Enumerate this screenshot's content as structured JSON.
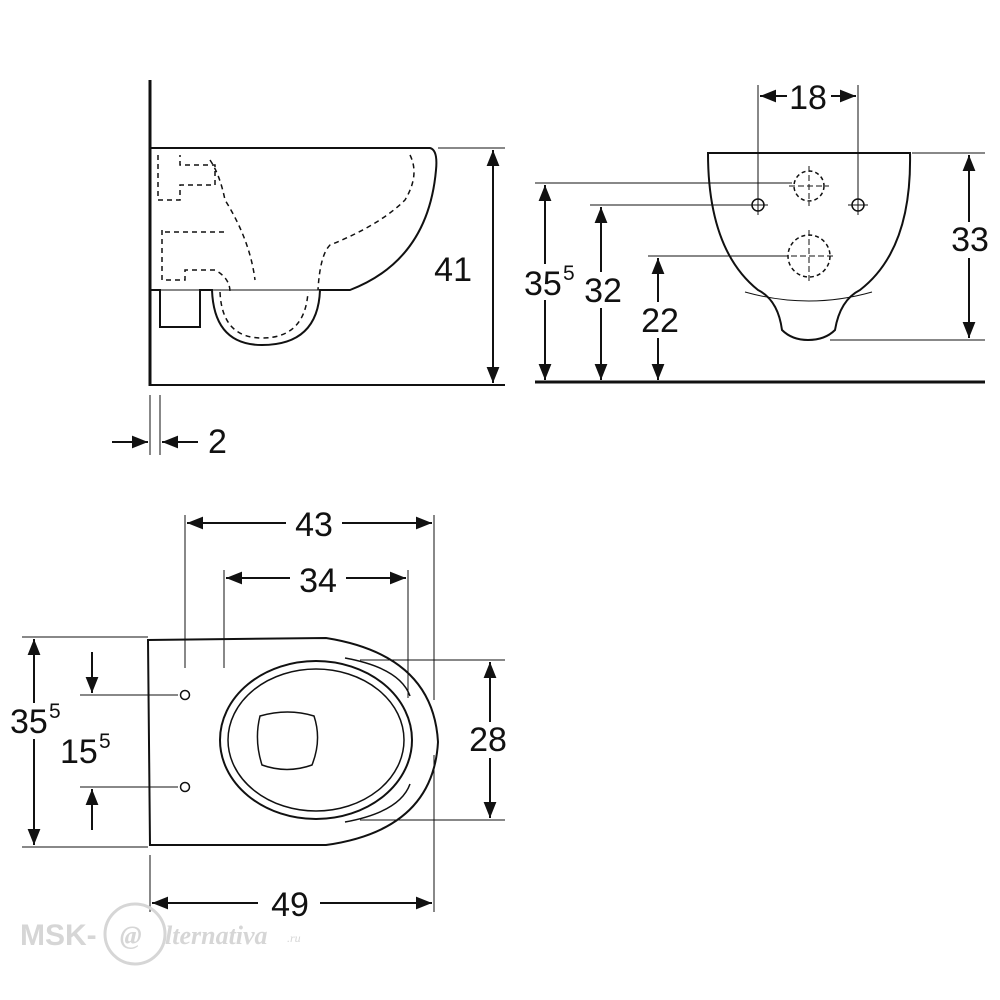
{
  "dimensions": {
    "side_height": "41",
    "side_gap": "2",
    "front_hole_spacing": "18",
    "front_height_main": "35",
    "front_height_main_sup": "5",
    "front_height_upper_holes": "32",
    "front_height_outlet": "22",
    "front_bowl_height": "33",
    "top_width_overall": "43",
    "top_width_inner": "34",
    "top_length": "49",
    "top_depth_overall": "35",
    "top_depth_overall_sup": "5",
    "top_hole_offset": "15",
    "top_hole_offset_sup": "5",
    "top_seat_width": "28"
  },
  "watermark": {
    "prefix": "MSK-",
    "at_glyph": "@",
    "suffix": "lternativa",
    "domain": ".ru"
  },
  "colors": {
    "line": "#111111",
    "watermark": "#d6d6d6"
  }
}
